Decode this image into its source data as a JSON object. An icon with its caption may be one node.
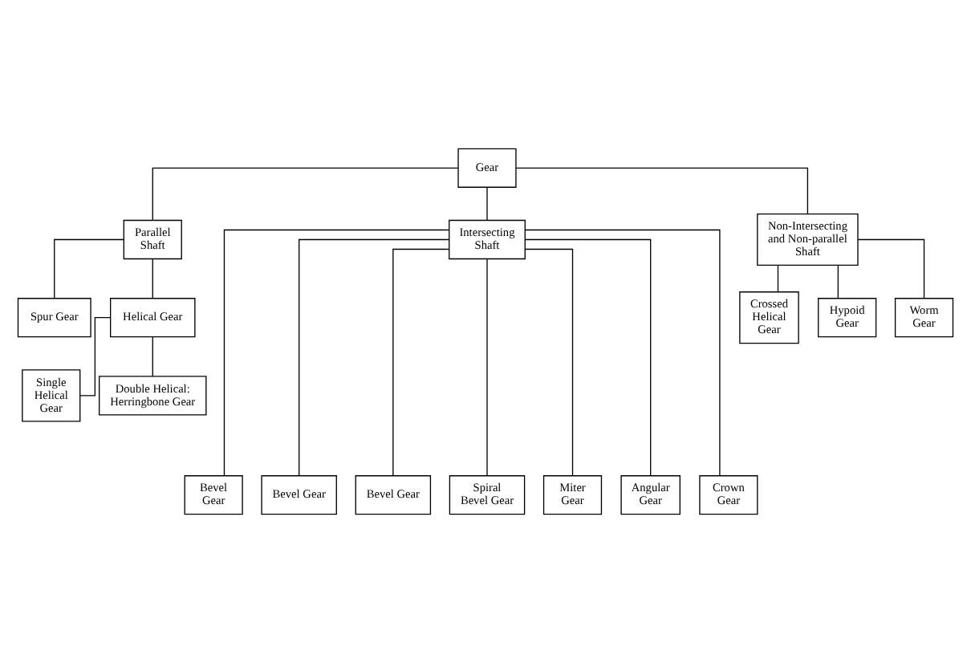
{
  "diagram": {
    "nodes": [
      {
        "text": [
          "Gear"
        ]
      },
      {
        "text": [
          "Parallel Shaft"
        ]
      },
      {
        "text": [
          "Intersecting Shaft"
        ]
      },
      {
        "text": [
          "Non-Intersecting and Non-parallel Shaft"
        ]
      },
      {
        "text": [
          "Spur Gear"
        ]
      },
      {
        "text": [
          "Helical Gear"
        ]
      },
      {
        "text": [
          "Single Helical Gear"
        ]
      },
      {
        "text": [
          "Double Helical: Herringbone Gear"
        ]
      },
      {
        "text": [
          "Crossed Helical Gear"
        ]
      },
      {
        "text": [
          "Hypoid Gear"
        ]
      },
      {
        "text": [
          "Worm Gear"
        ]
      },
      {
        "text": [
          "Bevel Gear"
        ]
      },
      {
        "text": [
          "Bevel Gear"
        ]
      },
      {
        "text": [
          "Bevel Gear"
        ]
      },
      {
        "text": [
          "Spiral Bevel Gear"
        ]
      },
      {
        "text": [
          "Miter Gear"
        ]
      },
      {
        "text": [
          "Angular Gear"
        ]
      },
      {
        "text": [
          "Crown Gear"
        ]
      }
    ],
    "edges": [
      {
        "from": 0,
        "to": 1,
        "arrow": "none"
      },
      {
        "from": 0,
        "to": 2,
        "arrow": "none"
      },
      {
        "from": 0,
        "to": 3,
        "arrow": "none"
      },
      {
        "from": 1,
        "to": 4,
        "arrow": "none"
      },
      {
        "from": 1,
        "to": 5,
        "arrow": "none"
      },
      {
        "from": 5,
        "to": 6,
        "arrow": "none"
      },
      {
        "from": 5,
        "to": 7,
        "arrow": "none"
      },
      {
        "from": 3,
        "to": 8,
        "arrow": "none"
      },
      {
        "from": 3,
        "to": 9,
        "arrow": "none"
      },
      {
        "from": 3,
        "to": 10,
        "arrow": "none"
      },
      {
        "from": 2,
        "to": 11,
        "arrow": "none"
      },
      {
        "from": 2,
        "to": 12,
        "arrow": "none"
      },
      {
        "from": 2,
        "to": 13,
        "arrow": "none"
      },
      {
        "from": 2,
        "to": 14,
        "arrow": "none"
      },
      {
        "from": 2,
        "to": 15,
        "arrow": "none"
      },
      {
        "from": 2,
        "to": 16,
        "arrow": "none"
      },
      {
        "from": 2,
        "to": 17,
        "arrow": "none"
      }
    ]
  }
}
